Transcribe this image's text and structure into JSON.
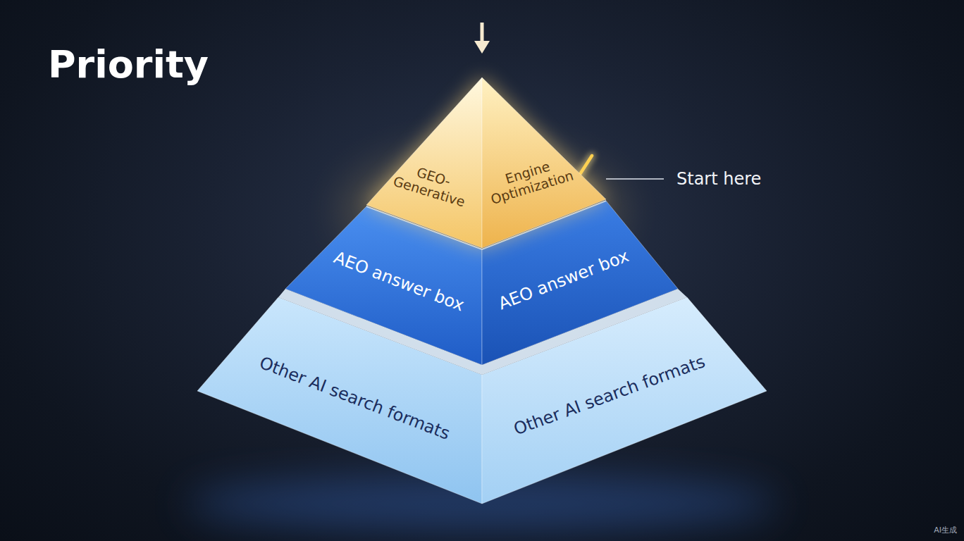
{
  "diagram": {
    "title": "Priority",
    "nodes": [
      {
        "text": [
          "GEO- Generative",
          "Engine Optimization"
        ]
      },
      {
        "text": [
          "AEO answer box",
          "AEO answer box"
        ]
      },
      {
        "text": [
          "Other AI search formats",
          "Other AI search formats"
        ]
      }
    ],
    "labels": [
      "Start here",
      "AI生成"
    ]
  }
}
